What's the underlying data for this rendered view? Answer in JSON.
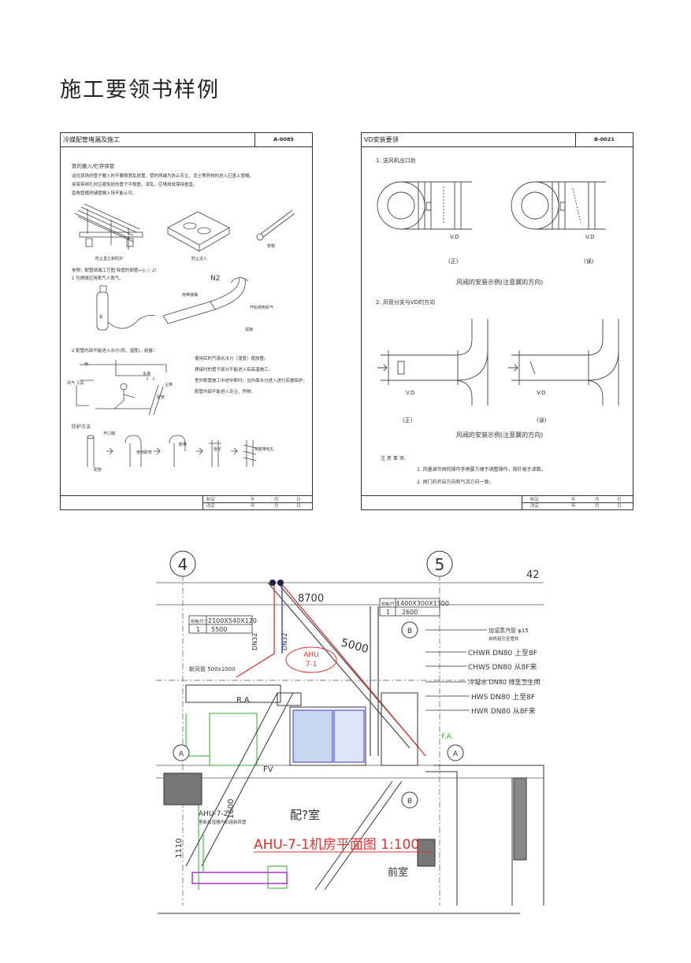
{
  "page": {
    "title": "施工要领书样例"
  },
  "sheet1": {
    "title": "冷媒配管堵漏及施工",
    "code": "A-0085",
    "section1": "管的搬入/贮存保管",
    "lines": [
      "运往现场的管子搬入时不要随意乱放置，管的两端为防止灰尘、泥土等异物的进入应盖上管帽。",
      "用束带绑扎时应避免损伤管子不规整，凌乱，应堆放成保持垂直。",
      "直角管箍的储管搬入场不能认可。"
    ],
    "cap1": "防止直立和防护",
    "cap2": "防止泥入",
    "cap3": "管帽",
    "ref": "参照：配管纸端工艺图  除管的钢管←◎ ○ 2〕",
    "step1": "1  均焊缝应用氮气人氮气。",
    "n2": "N2",
    "l_nozzle": "用带接嘴",
    "l_gas": "开始使用氮气",
    "l_n": "氮",
    "l_weld": "焊接",
    "step2": "2  配管内部不能进入水分(雨、湿度)。结露：",
    "right_lines": [
      "使用后的气清水水分（湿度）使放置。",
      "焊接时的管子部分不能进入有高温施工。",
      "室外配管施工中途中断时，当外面水分进入进行实施保护。",
      "配管内部不能进入灰尘、异物。"
    ],
    "l_rain": "雨",
    "l_water": "水滴",
    "l_dust": "尘埃",
    "l_work": "配管",
    "l_wind": "风气  工具",
    "protect": "防护方法",
    "open": "开口端",
    "bl1": "配管",
    "bl2": "使用胶管",
    "bl3": "胶带",
    "bl4": "管子",
    "bl5": "用胶带包扎",
    "foot1": [
      "制定",
      "年",
      "月",
      "日"
    ],
    "foot2": [
      "改定",
      "年",
      "月",
      "日"
    ]
  },
  "sheet2": {
    "title": "VD安装要领",
    "code": "B-0021",
    "s1": "1. 送风机出口处",
    "vd": "V.D",
    "ok": "(正)",
    "ng": "(误)",
    "cap1": "风阀的安装示例(注意翼的方向)",
    "s2": "2. 风管分支与VD的方向",
    "cap2": "风阀的安装示例(注意翼的方向)",
    "notes_title": "注 意 事 项:",
    "notes": [
      "1. 风量调节阀的操作手柄要方便于调整操作，指针易于读数。",
      "2. 阀门的开启方向和气流方向一致。"
    ],
    "foot1": [
      "制定",
      "年",
      "月",
      "日"
    ],
    "foot2": [
      "改定",
      "年",
      "月",
      "日"
    ]
  },
  "plan": {
    "axis4": "4",
    "axis5": "5",
    "axis42": "42",
    "dim8700": "8700",
    "dim5000": "5000",
    "dn32a": "DN32",
    "dn32b": "DN32",
    "tbl1": {
      "h1": "规格/尺寸",
      "h2": "2100X540X120",
      "c1": "1",
      "c2": "5500"
    },
    "tbl2": {
      "h1": "规格/尺寸",
      "h2": "1400X300X1300",
      "c1": "1",
      "c2": "2600"
    },
    "duct500": "新风管  500x1000",
    "ahu": "AHU",
    "ahu2": "7-1",
    "ra": "R.A.",
    "fa": "F.A.",
    "fv": "FV",
    "b": "B",
    "a": "A",
    "lbl_steam": "加湿蒸汽管 φ15",
    "lbl_steam2": "自机组引至管井",
    "chwr": "CHWR  DN80  上至8F",
    "chws": "CHWS  DN80  从8F来",
    "cond": "冷凝水 DN40  排至卫生间",
    "hws": "HWS  DN80  上至8F",
    "hwr": "HWR  DN80  从8F来",
    "ahu_label": "AHU-7-2",
    "ahu_label2": "室新加湿器内机组新风管",
    "room": "配?室",
    "plan_title": "AHU-7-1机房平面图  1:100",
    "front": "前室",
    "d1110": "1110",
    "d1600": "1600"
  }
}
